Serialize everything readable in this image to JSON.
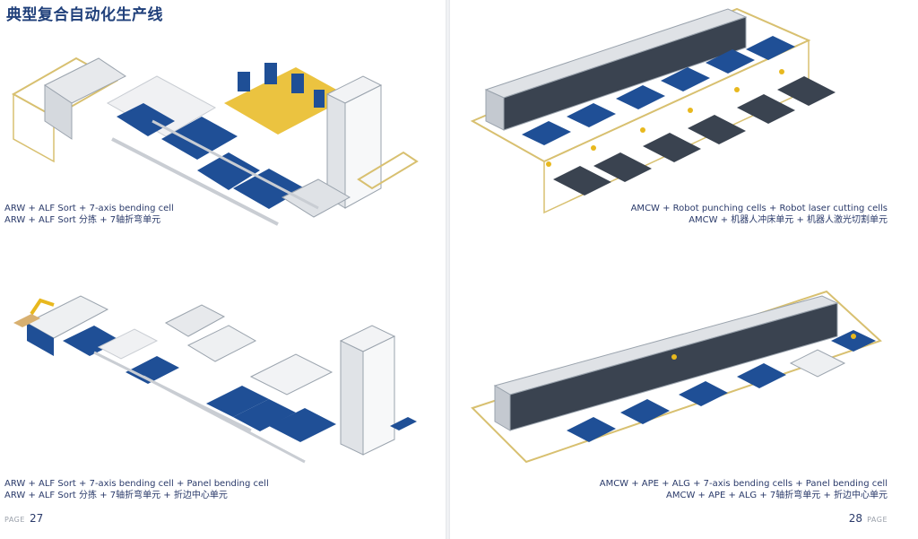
{
  "heading": "典型复合自动化生产线",
  "cells": [
    {
      "caption_en": "ARW + ALF Sort + 7-axis bending cell",
      "caption_zh": "ARW + ALF Sort 分拣 + 7轴折弯单元"
    },
    {
      "caption_en": "AMCW + Robot punching cells + Robot laser cutting cells",
      "caption_zh": "AMCW + 机器人冲床单元 + 机器人激光切割单元"
    },
    {
      "caption_en": "ARW + ALF Sort + 7-axis bending cell + Panel bending cell",
      "caption_zh": "ARW + ALF Sort 分拣 + 7轴折弯单元 + 折边中心单元"
    },
    {
      "caption_en": "AMCW + APE + ALG + 7-axis bending cells + Panel bending cell",
      "caption_zh": "AMCW + APE + ALG + 7轴折弯单元 + 折边中心单元"
    }
  ],
  "pages": {
    "left": {
      "label": "PAGE",
      "number": "27"
    },
    "right": {
      "label": "PAGE",
      "number": "28"
    }
  },
  "colors": {
    "heading": "#1f3f7a",
    "machine_blue": "#1f4f96",
    "accent_yellow": "#e8b81e",
    "fence": "#d8c070",
    "frame_gray": "#c9cdd3"
  }
}
